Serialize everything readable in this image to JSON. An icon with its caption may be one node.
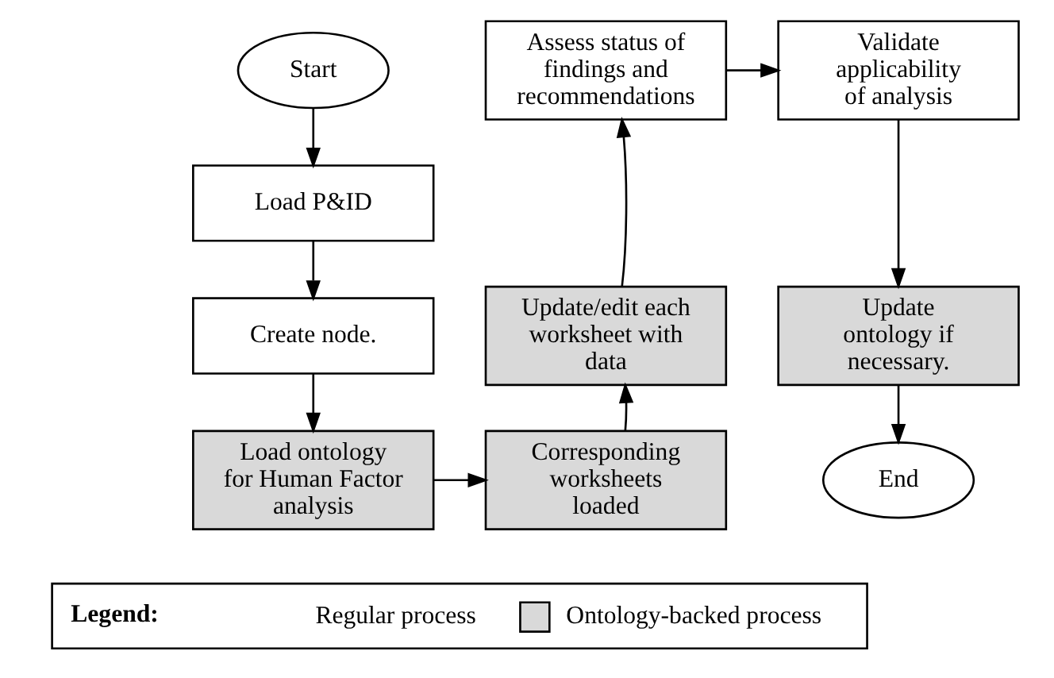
{
  "diagram": {
    "nodes": [
      {
        "text": [
          "Start"
        ]
      },
      {
        "text": [
          "Load P&ID"
        ]
      },
      {
        "text": [
          "Create node."
        ]
      },
      {
        "text": [
          "Load ontology for Human Factor analysis"
        ]
      },
      {
        "text": [
          "Corresponding worksheets loaded"
        ]
      },
      {
        "text": [
          "Update/edit each worksheet with data"
        ]
      },
      {
        "text": [
          "Assess status of findings and recommendations"
        ]
      },
      {
        "text": [
          "Validate applicability of analysis"
        ]
      },
      {
        "text": [
          "Update ontology if necessary."
        ]
      },
      {
        "text": [
          "End"
        ]
      }
    ],
    "edges": [
      {
        "from": 0,
        "to": 1,
        "arrow": "to"
      },
      {
        "from": 1,
        "to": 2,
        "arrow": "to"
      },
      {
        "from": 2,
        "to": 3,
        "arrow": "to"
      },
      {
        "from": 3,
        "to": 4,
        "arrow": "to"
      },
      {
        "from": 4,
        "to": 5,
        "arrow": "to"
      },
      {
        "from": 5,
        "to": 6,
        "arrow": "to"
      },
      {
        "from": 6,
        "to": 7,
        "arrow": "to"
      },
      {
        "from": 7,
        "to": 8,
        "arrow": "to"
      },
      {
        "from": 8,
        "to": 9,
        "arrow": "to"
      }
    ],
    "labels": [
      "Legend:"
    ],
    "legend": [
      {
        "text": "Regular process",
        "color": "#ffffff"
      },
      {
        "text": "Ontology-backed process",
        "color": "#d9d9d9"
      }
    ]
  }
}
